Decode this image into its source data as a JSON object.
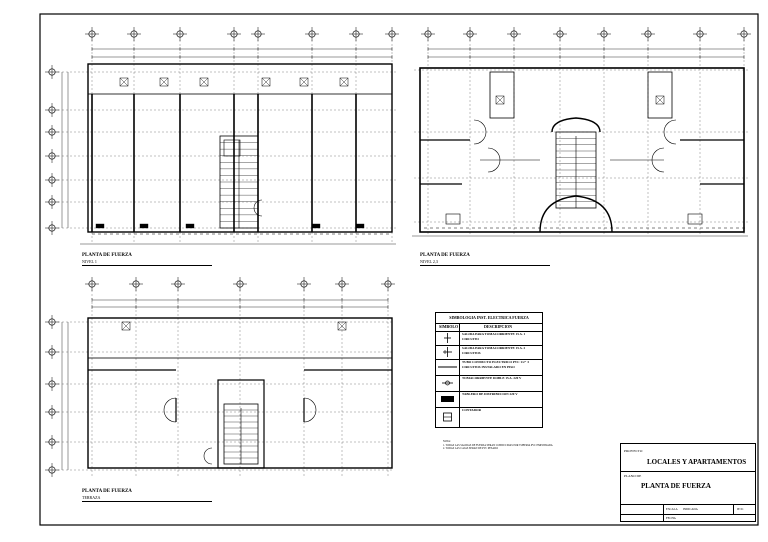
{
  "plans": [
    {
      "title": "PLANTA DE FUERZA",
      "subtitle": "NIVEL 1"
    },
    {
      "title": "PLANTA DE FUERZA",
      "subtitle": "NIVEL 2,3"
    },
    {
      "title": "PLANTA DE FUERZA",
      "subtitle": "TERRAZA"
    }
  ],
  "legend": {
    "title": "SIMBOLOGIA INST. ELECTRICA FUERZA",
    "col_symbol": "SIMBOLO",
    "col_description": "DESCRIPCION",
    "items": [
      {
        "icon": "single-outlet-symbol",
        "text": "SALIDA PARA TOMACORRIENTE 15 A. 1 CIRCUITO"
      },
      {
        "icon": "double-outlet-symbol",
        "text": "SALIDA PARA TOMACORRIENTE 15 A. 2 CIRCUITOS"
      },
      {
        "icon": "conduit-symbol",
        "text": "TUBO CONDUCTO ELECTRICO PVC 1/2\" 3 CIRCUITOS INSTALADO EN PISO"
      },
      {
        "icon": "meter-symbol",
        "text": "TOMACORRIENTE DOBLE 15 A. 220 V"
      },
      {
        "icon": "panel-symbol",
        "text": "TABLERO DE DISTRIBUCION 220 V"
      },
      {
        "icon": "counter-symbol",
        "text": "CONTADOR"
      }
    ]
  },
  "notes": {
    "heading": "NOTA:",
    "lines": [
      "1. TODAS LAS SALIDAS DE FUERZA SERAN CONDUCIDAS POR TUBERIA PVC EMPOTRADA",
      "2. TODAS LAS CAJAS SERAN DE PVC PESADO"
    ]
  },
  "title_block": {
    "project_label": "PROYECTO",
    "project": "LOCALES Y APARTAMENTOS",
    "sheet_label": "PLANO DE",
    "sheet": "PLANTA DE FUERZA",
    "scale_label": "ESCALA",
    "scale": "INDICADA",
    "date_label": "FECHA",
    "page": "IE 01"
  },
  "colors": {
    "line": "#000000",
    "background": "#ffffff"
  }
}
